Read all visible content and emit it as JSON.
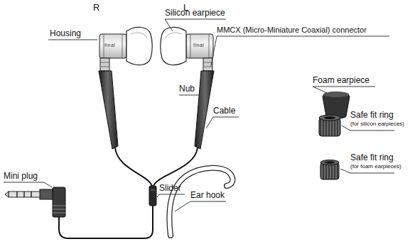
{
  "diagram": {
    "labels": [
      "R",
      "L",
      "Housing",
      "Silicon earpiece",
      "MMCX (Micro-Miniature Coaxial) connector",
      "final",
      "final",
      "Nub",
      "Cable",
      "Foam earpiece",
      "Safe fit ring",
      "(for silicon earpieces)",
      "Safe fit ring",
      "(for foam earpieces)",
      "Mini plug",
      "Slider",
      "Ear hook"
    ]
  }
}
